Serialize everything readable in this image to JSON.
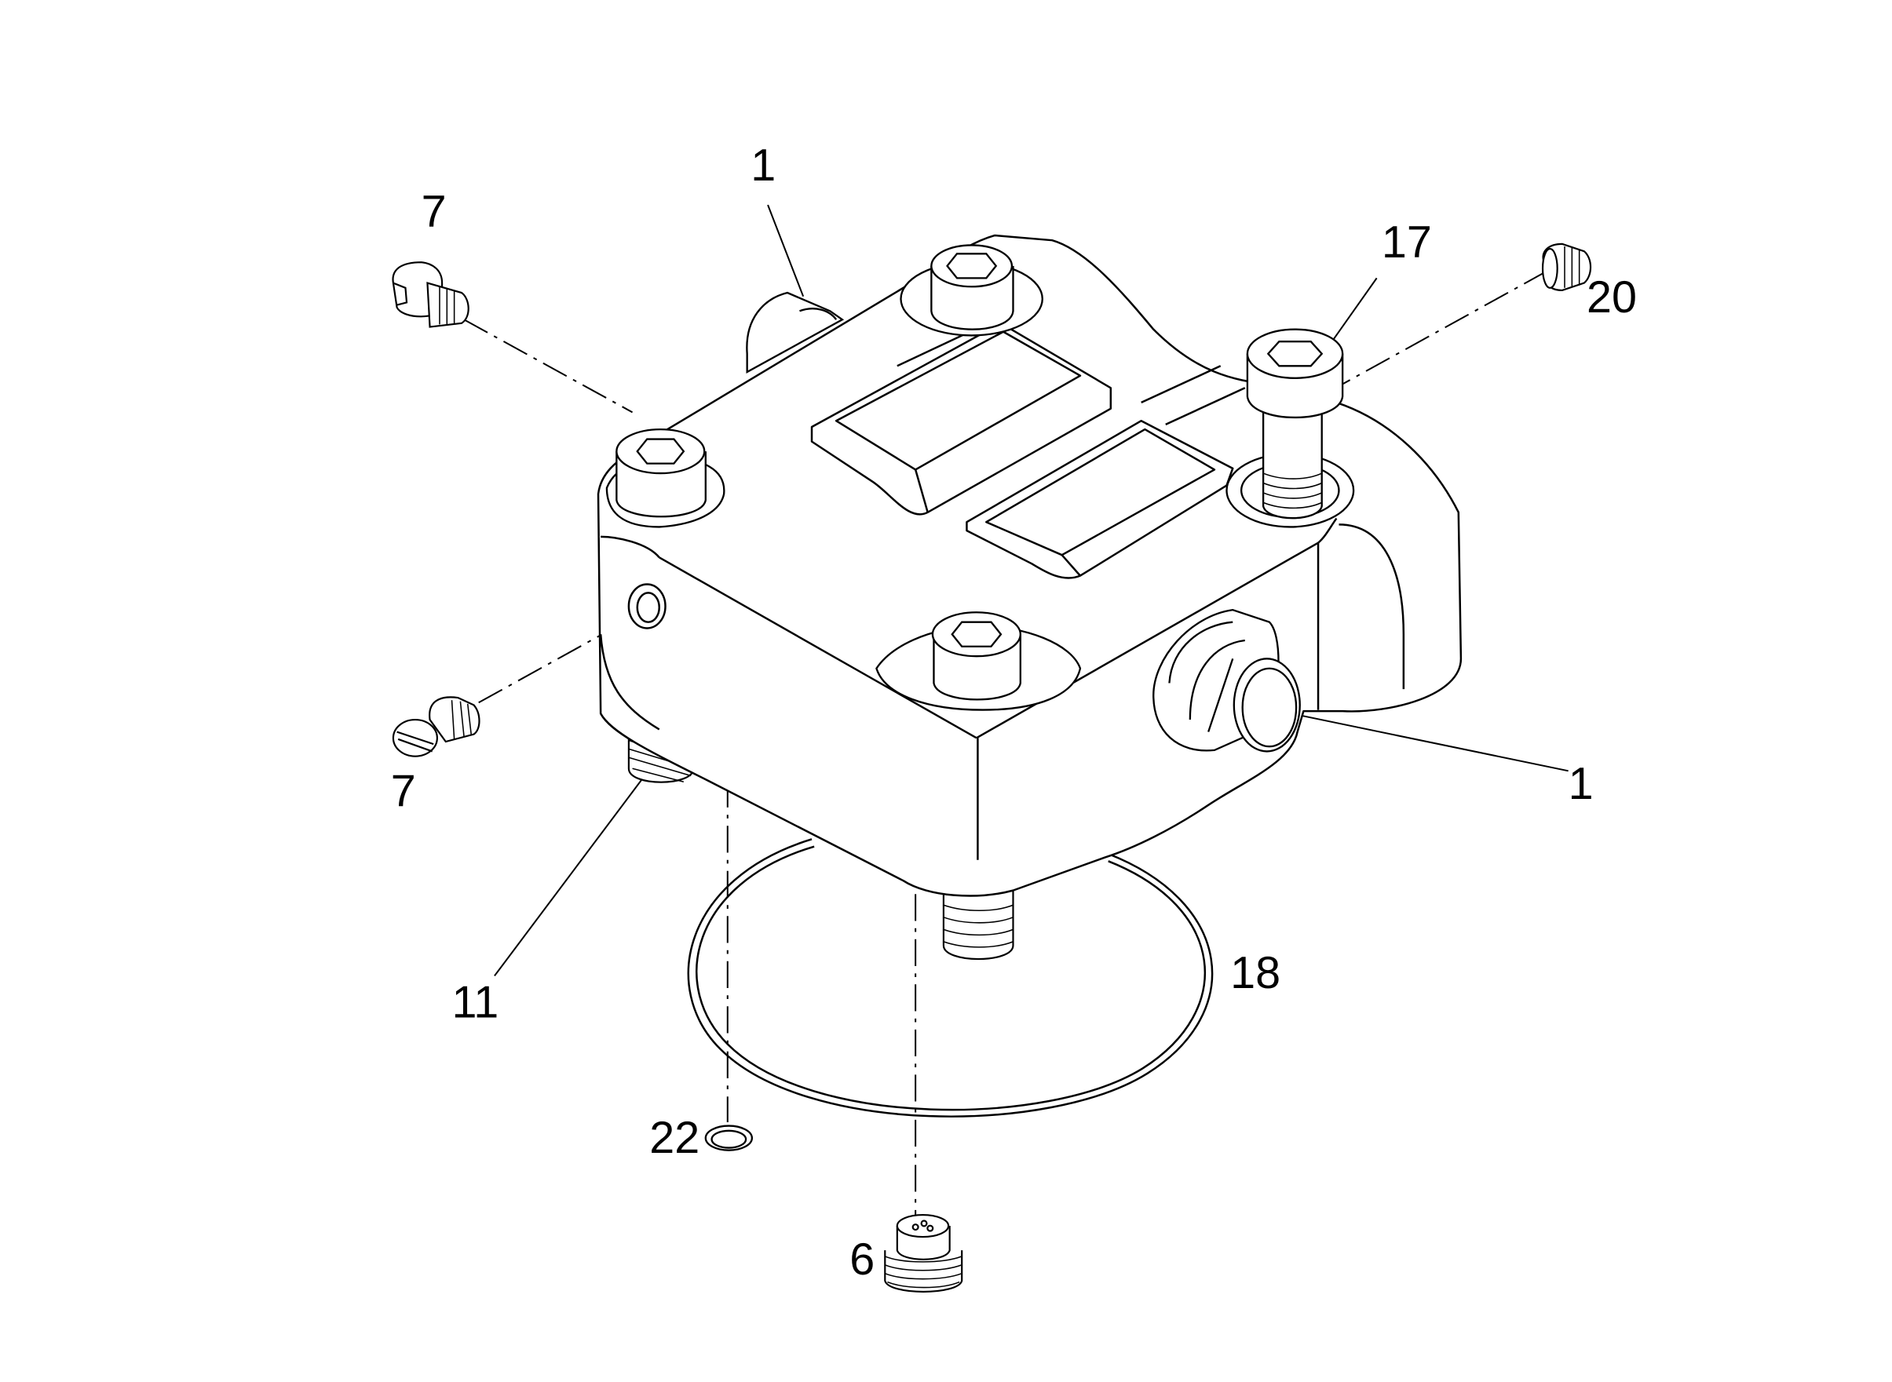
{
  "diagram": {
    "callouts": [
      {
        "id": "c1a",
        "label": "1"
      },
      {
        "id": "c7a",
        "label": "7"
      },
      {
        "id": "c17",
        "label": "17"
      },
      {
        "id": "c20",
        "label": "20"
      },
      {
        "id": "c7b",
        "label": "7"
      },
      {
        "id": "c1b",
        "label": "1"
      },
      {
        "id": "c11",
        "label": "11"
      },
      {
        "id": "c18",
        "label": "18"
      },
      {
        "id": "c22",
        "label": "22"
      },
      {
        "id": "c6",
        "label": "6"
      }
    ],
    "colors": {
      "ink": "#000000",
      "background": "#ffffff"
    }
  }
}
